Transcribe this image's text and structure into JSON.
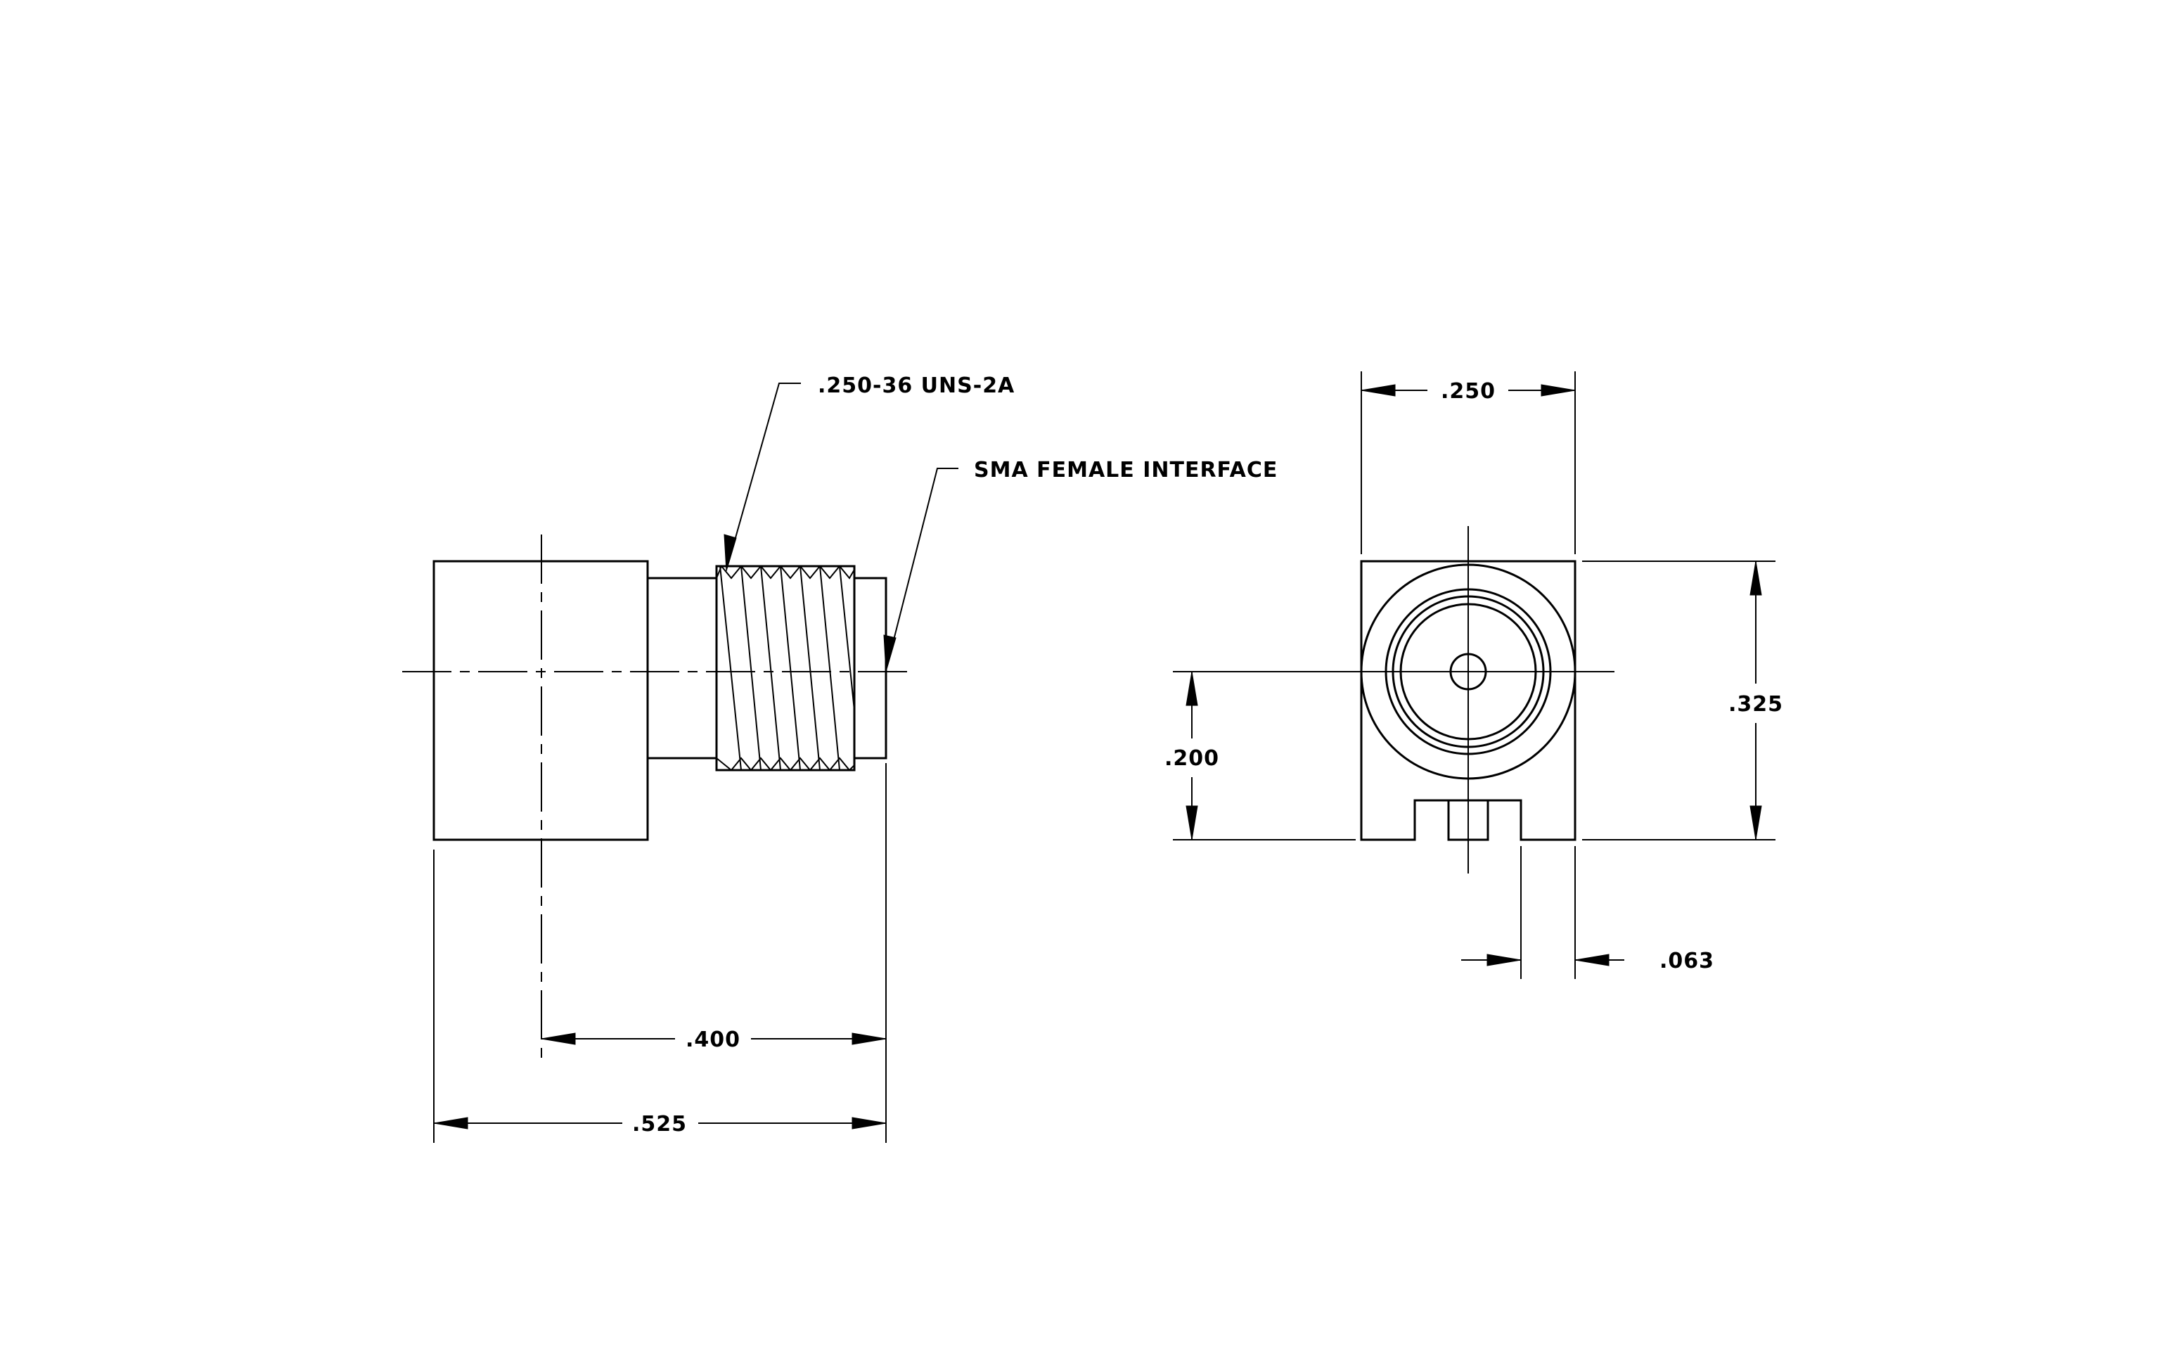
{
  "drawing": {
    "callouts": {
      "thread": ".250-36 UNS-2A",
      "interface": "SMA FEMALE INTERFACE"
    },
    "dimensions": {
      "overall_length": ".525",
      "center_to_face": ".400",
      "width": ".250",
      "height": ".325",
      "center_height": ".200",
      "slot_offset": ".063"
    }
  }
}
